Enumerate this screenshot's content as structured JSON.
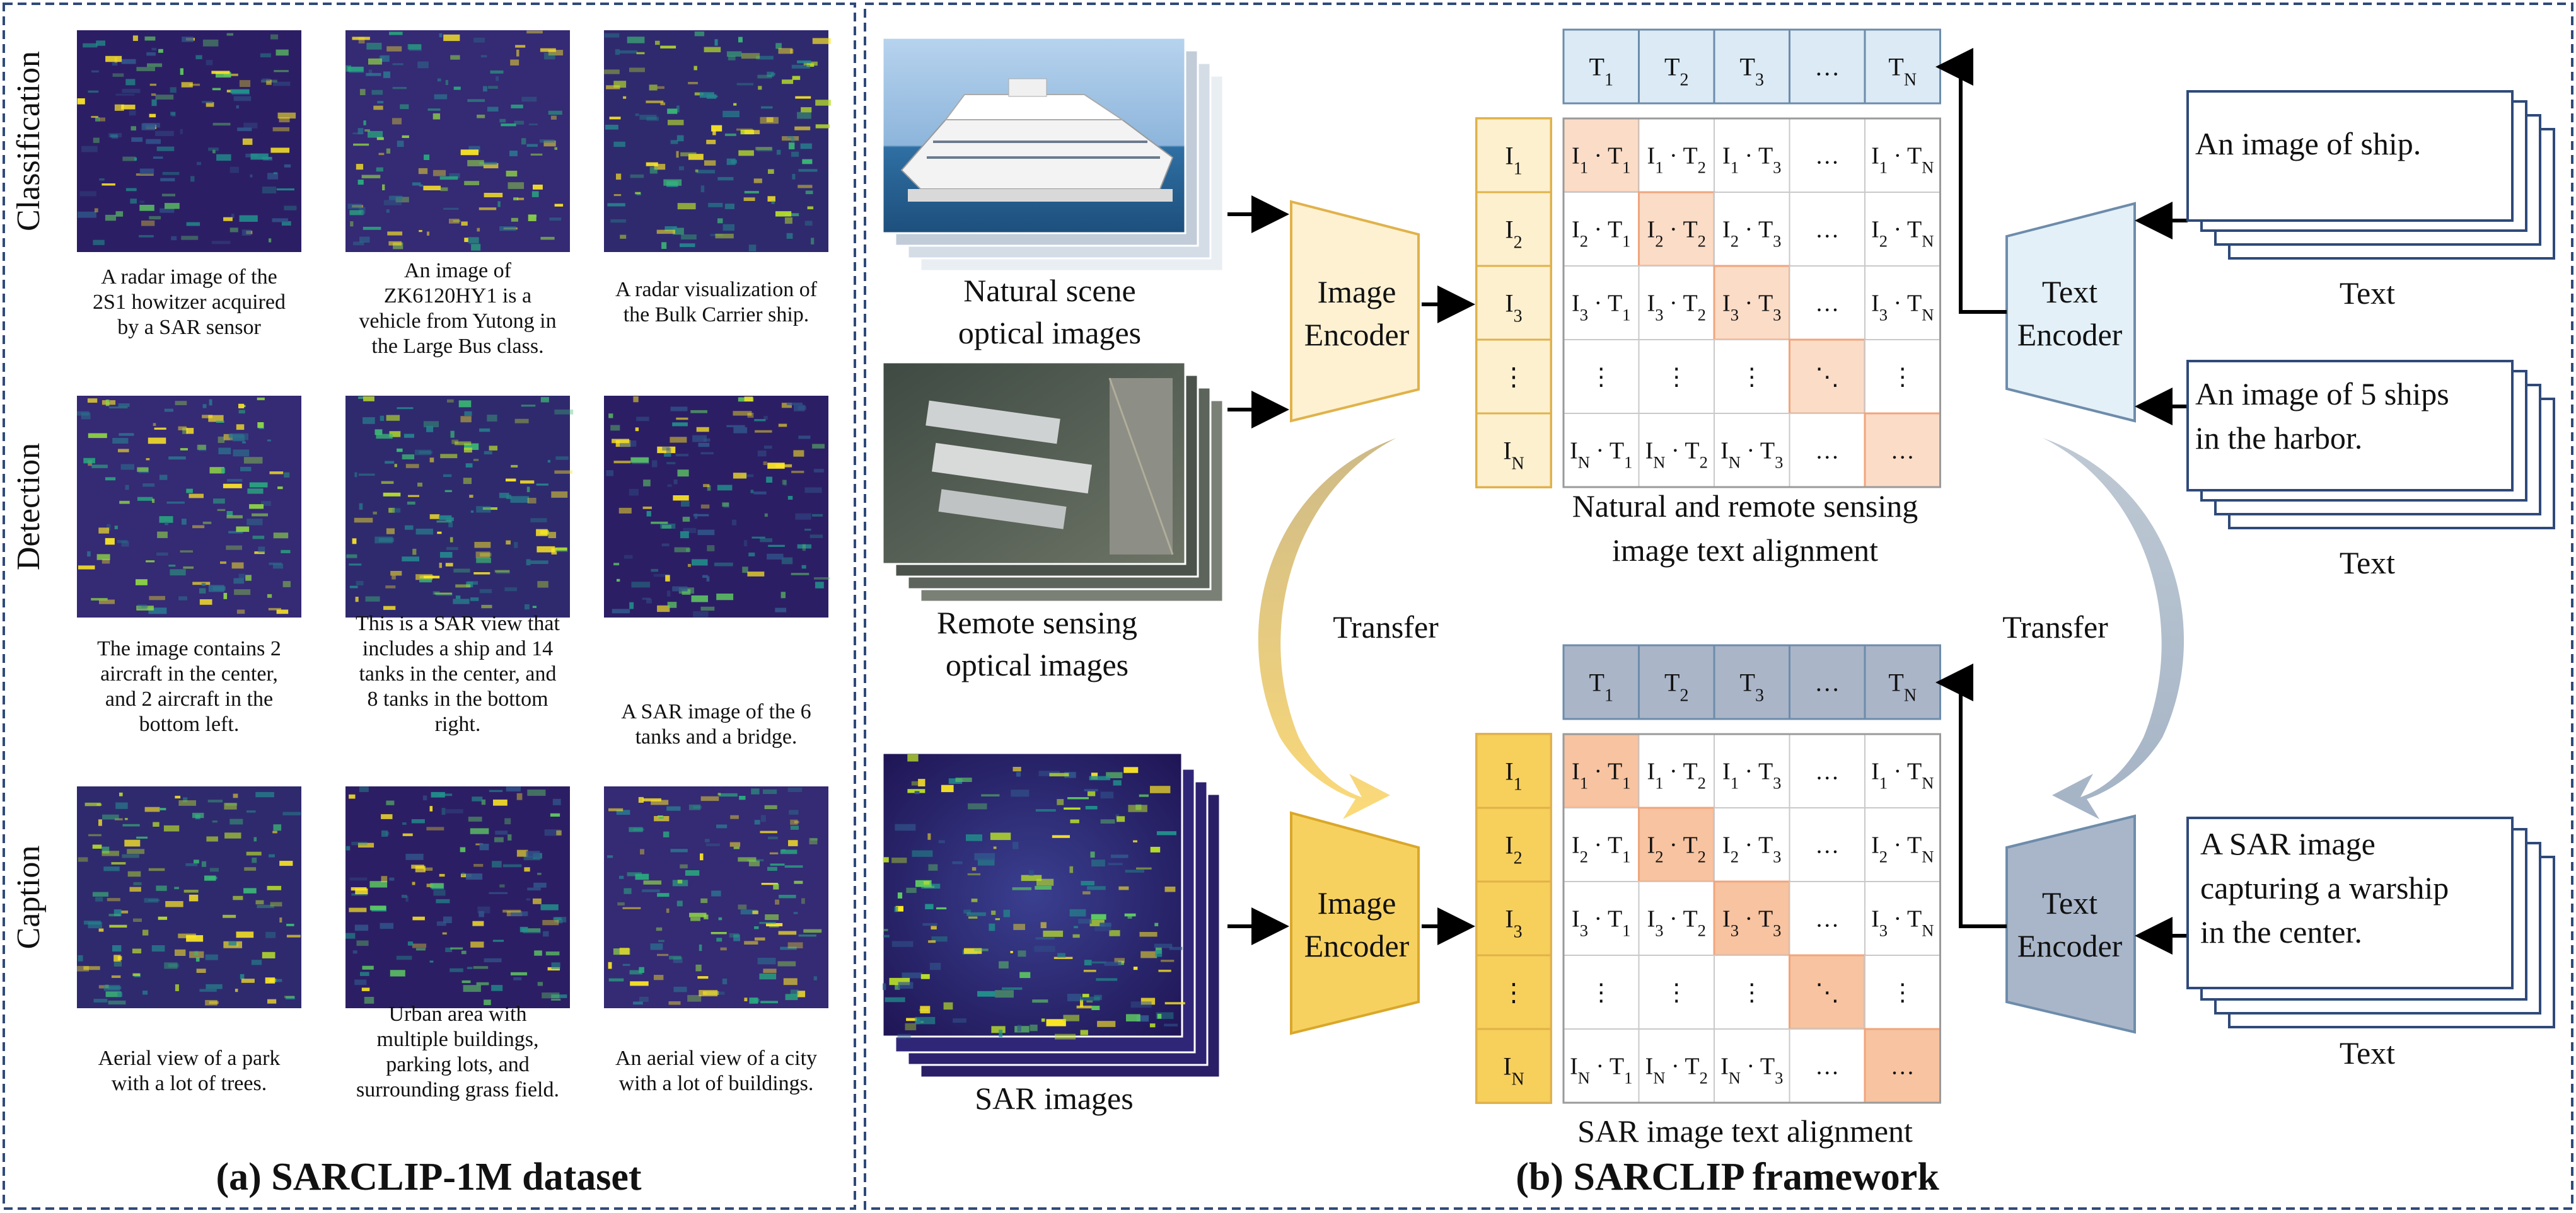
{
  "panel_a": {
    "title": "(a) SARCLIP-1M dataset",
    "rows": [
      {
        "label": "Classification",
        "captions": [
          [
            "A radar image of the",
            "2S1 howitzer acquired",
            "by a SAR sensor"
          ],
          [
            "An image of",
            "ZK6120HY1 is a",
            "vehicle from Yutong in",
            "the Large Bus class."
          ],
          [
            "A radar visualization of",
            "the Bulk Carrier ship."
          ]
        ]
      },
      {
        "label": "Detection",
        "captions": [
          [
            "The image contains 2",
            "aircraft in the center,",
            "and 2 aircraft in the",
            "bottom left."
          ],
          [
            "This is a SAR view that",
            "includes a ship and 14",
            "tanks in the center, and",
            "8 tanks in the bottom",
            "right."
          ],
          [
            "A SAR image of the 6",
            "tanks and a bridge."
          ]
        ]
      },
      {
        "label": "Caption",
        "captions": [
          [
            "Aerial view of a park",
            "with a lot of trees."
          ],
          [
            "Urban area with",
            "multiple buildings,",
            "parking lots, and",
            "surrounding grass field."
          ],
          [
            "An aerial view of a city",
            "with a lot of buildings."
          ]
        ]
      }
    ]
  },
  "panel_b": {
    "title": "(b) SARCLIP framework",
    "natural_label": [
      "Natural scene",
      "optical images"
    ],
    "remote_label": [
      "Remote sensing",
      "optical images"
    ],
    "sar_label": "SAR images",
    "image_encoder": [
      "Image",
      "Encoder"
    ],
    "text_encoder": [
      "Text",
      "Encoder"
    ],
    "transfer": "Transfer",
    "text_label": "Text",
    "optical_texts": [
      [
        "An image of  ship."
      ],
      [
        "An image of 5 ships",
        "in the harbor."
      ]
    ],
    "sar_text": [
      "A SAR image",
      "capturing a warship",
      "in the center."
    ],
    "top_alignment_caption": [
      "Natural and remote sensing",
      "image text alignment"
    ],
    "bottom_alignment_caption": "SAR image text alignment",
    "text_tokens": [
      "T1",
      "T2",
      "T3",
      "…",
      "TN"
    ],
    "image_tokens": [
      "I1",
      "I2",
      "I3",
      "⋮",
      "IN"
    ],
    "matrix": [
      [
        "I1 · T1",
        "I1 · T2",
        "I1 · T3",
        "…",
        "I1 · TN"
      ],
      [
        "I2 · T1",
        "I2 · T2",
        "I2 · T3",
        "…",
        "I2 · TN"
      ],
      [
        "I3 · T1",
        "I3 · T2",
        "I3 · T3",
        "…",
        "I3 · TN"
      ],
      [
        "⋮",
        "⋮",
        "⋮",
        "⋱",
        "⋮"
      ],
      [
        "IN · T1",
        "IN · T2",
        "IN · T3",
        "…",
        "…"
      ]
    ]
  },
  "colors": {
    "dash_border": "#2f4a7a",
    "optical_encoder_fill": "#fdf1d2",
    "optical_encoder_stroke": "#e0b24a",
    "sar_encoder_fill": "#f7d160",
    "text_encoder_light": "#e3f0f8",
    "text_encoder_dark": "#a9b6c9",
    "header_light": "#dbeaf5",
    "header_dark": "#aab5c8",
    "token_light": "#fdf0cf",
    "token_dark": "#f7cf5b",
    "diag_light": "#fbdcc7",
    "diag_dark": "#f7c3a0",
    "diag_border": "#f0a57c"
  }
}
